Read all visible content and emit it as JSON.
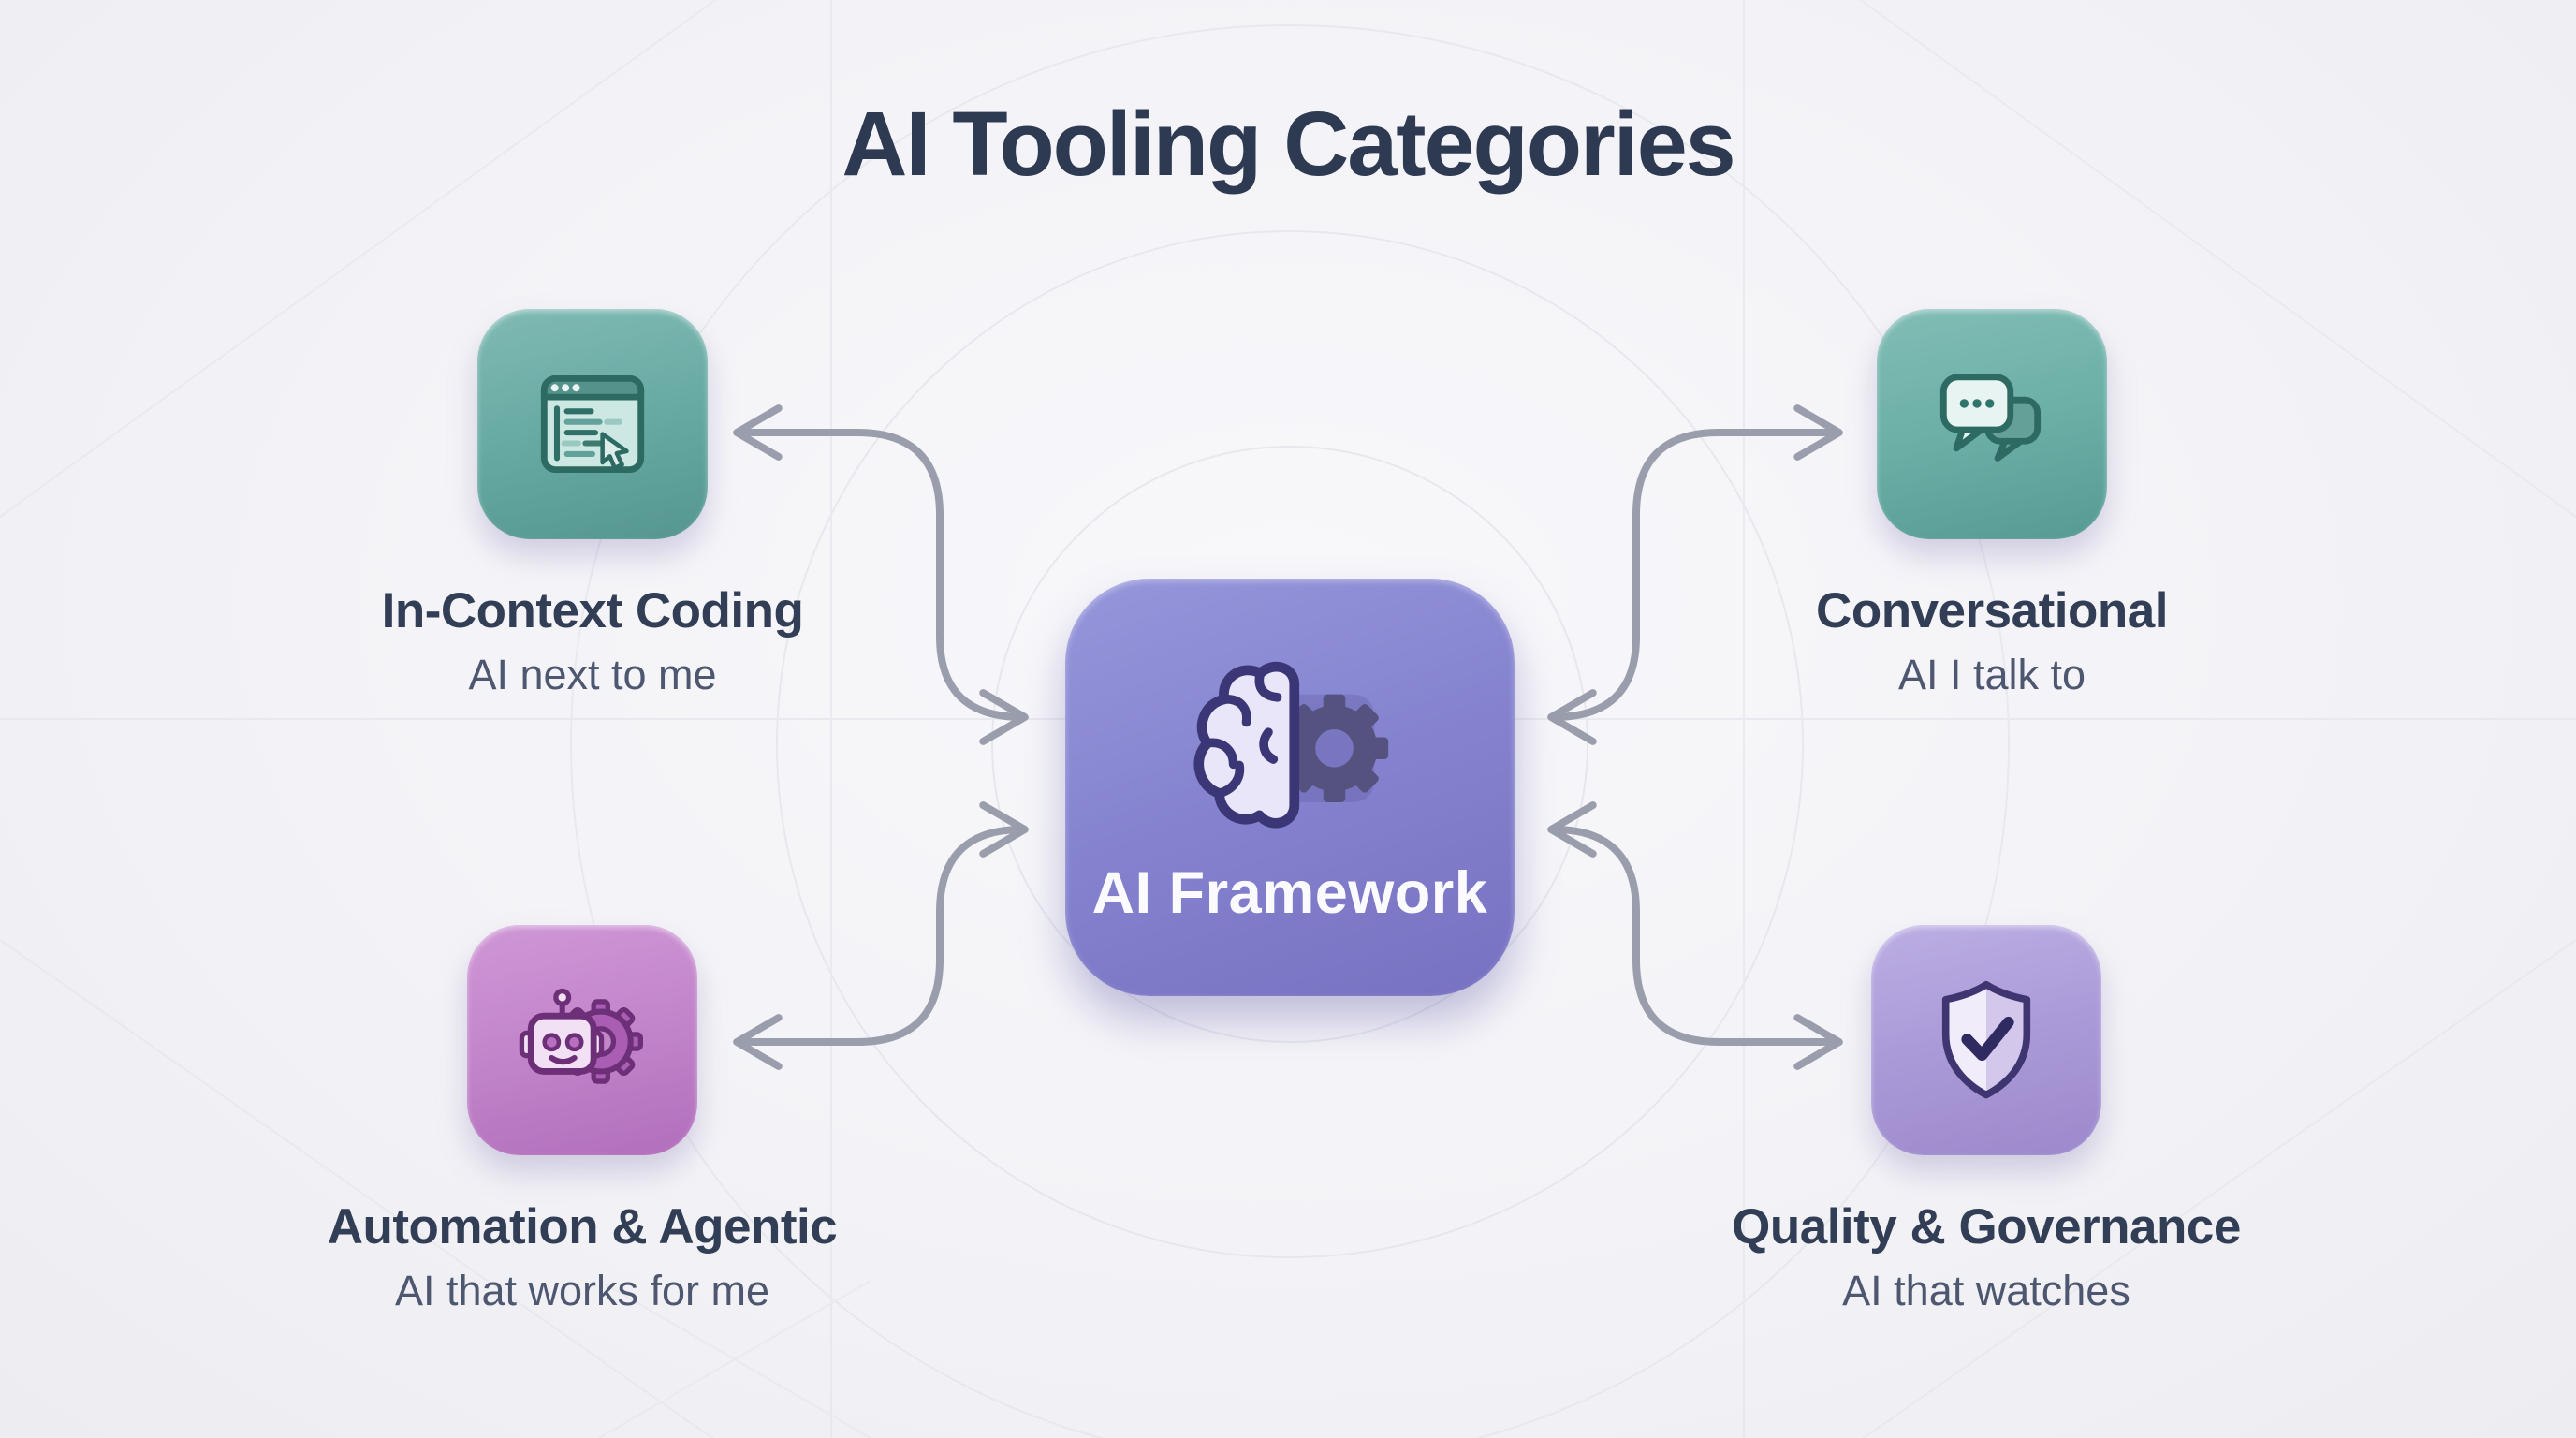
{
  "title": "AI Tooling Categories",
  "center": {
    "label": "AI Framework",
    "icon": "brain-gear-icon"
  },
  "nodes": [
    {
      "id": "in-context-coding",
      "label": "In-Context Coding",
      "subtitle": "AI next to me",
      "icon": "code-window-icon",
      "tile_color": "#68aba4"
    },
    {
      "id": "conversational",
      "label": "Conversational",
      "subtitle": "AI I talk to",
      "icon": "chat-bubbles-icon",
      "tile_color": "#6cb0a8"
    },
    {
      "id": "automation-agentic",
      "label": "Automation & Agentic",
      "subtitle": "AI that works for me",
      "icon": "robot-gear-icon",
      "tile_color": "#c285ca"
    },
    {
      "id": "quality-governance",
      "label": "Quality & Governance",
      "subtitle": "AI that watches",
      "icon": "shield-check-icon",
      "tile_color": "#ab9ad8"
    }
  ],
  "connectors": [
    {
      "between": [
        "in-context-coding",
        "ai-framework"
      ],
      "style": "double-headed-s-curve"
    },
    {
      "between": [
        "conversational",
        "ai-framework"
      ],
      "style": "double-headed-s-curve"
    },
    {
      "between": [
        "automation-agentic",
        "ai-framework"
      ],
      "style": "double-headed-s-curve"
    },
    {
      "between": [
        "quality-governance",
        "ai-framework"
      ],
      "style": "double-headed-s-curve"
    }
  ],
  "colors": {
    "background": "#f3f3f7",
    "title_text": "#2d3a52",
    "label_text": "#323e55",
    "subtitle_text": "#4d5870",
    "arrow": "#9a9dac",
    "center_box": "#8583cf"
  }
}
